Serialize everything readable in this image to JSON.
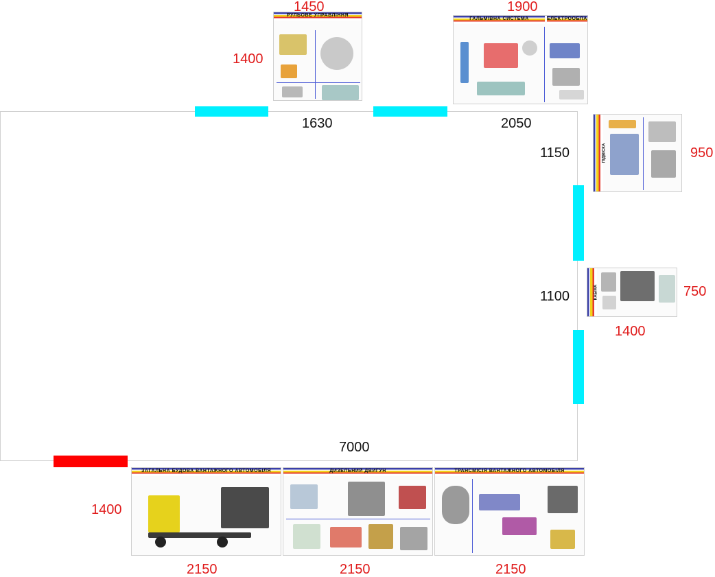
{
  "colors": {
    "opening": "#00f0ff",
    "door": "#ff0000",
    "label_red": "#e01b1b",
    "label_black": "#111111"
  },
  "room": {
    "bottom_wall_dim": "7000",
    "wall_dims": {
      "top_left": "1630",
      "top_right": "2050",
      "right_upper": "1150",
      "right_lower": "1100"
    }
  },
  "posters": [
    {
      "id": "steering",
      "title": "РУЛЬОВЕ УПРАВЛІННЯ",
      "width_dim": "1450",
      "height_dim": "1400"
    },
    {
      "id": "brakes",
      "title": "ГАЛЬМІВНА СИСТЕМА",
      "title2": "ЕЛЕКТРООБЛАДН",
      "width_dim": "1900"
    },
    {
      "id": "suspension",
      "title": "ПІДВІСКА",
      "height_dim": "950"
    },
    {
      "id": "cabin",
      "title": "КАБІНА",
      "height_dim": "750",
      "width_dim": "1400"
    },
    {
      "id": "general",
      "title": "ЗАГАЛЬНА БУДОВА ВАНТАЖНОГО АВТОМОБІЛЯ",
      "width_dim": "2150",
      "height_dim": "1400"
    },
    {
      "id": "diesel",
      "title": "ДИЗЕЛЬНИЙ ДВИГУН",
      "width_dim": "2150"
    },
    {
      "id": "transmission",
      "title": "ТРАНСМІСІЯ ВАНТАЖНОГО АВТОМОБІЛЯ",
      "width_dim": "2150"
    }
  ]
}
